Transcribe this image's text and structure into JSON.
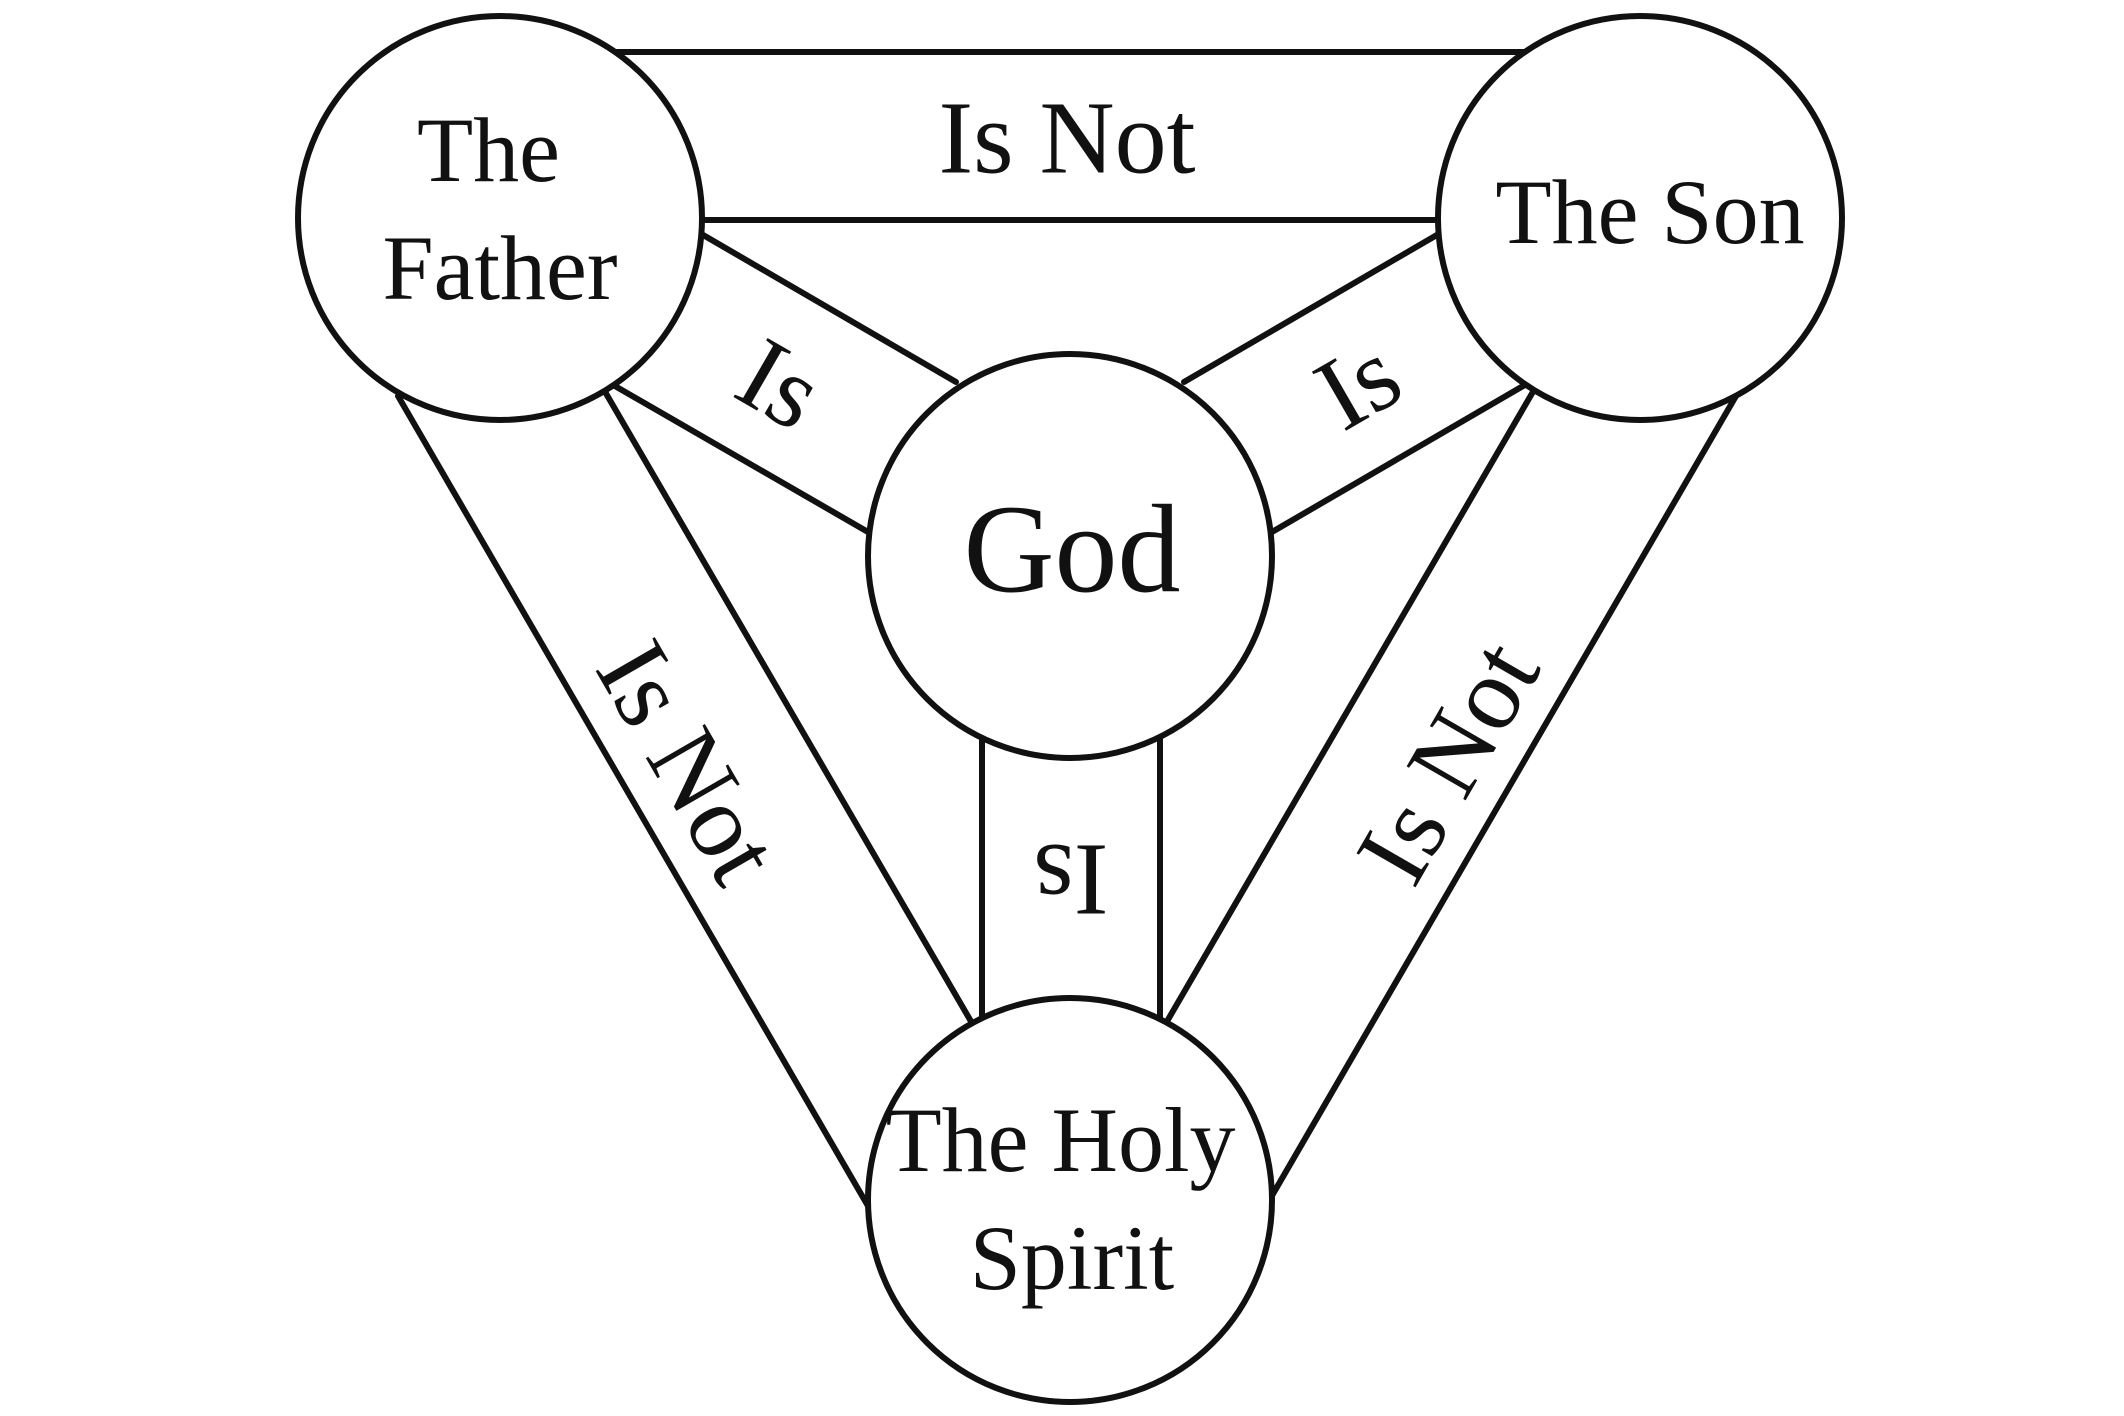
{
  "nodes": {
    "father": {
      "lines": [
        "The",
        "Father"
      ]
    },
    "son": {
      "lines": [
        "The Son"
      ]
    },
    "spirit": {
      "lines": [
        "The Holy",
        "Spirit"
      ]
    },
    "god": {
      "lines": [
        "God"
      ]
    }
  },
  "relations": {
    "father_son": "Is Not",
    "father_spirit": "Is Not",
    "son_spirit": "Is Not",
    "father_god": "Is",
    "son_god": "Is",
    "spirit_god": "Is"
  },
  "colors": {
    "stroke": "#111111",
    "background": "#ffffff"
  }
}
